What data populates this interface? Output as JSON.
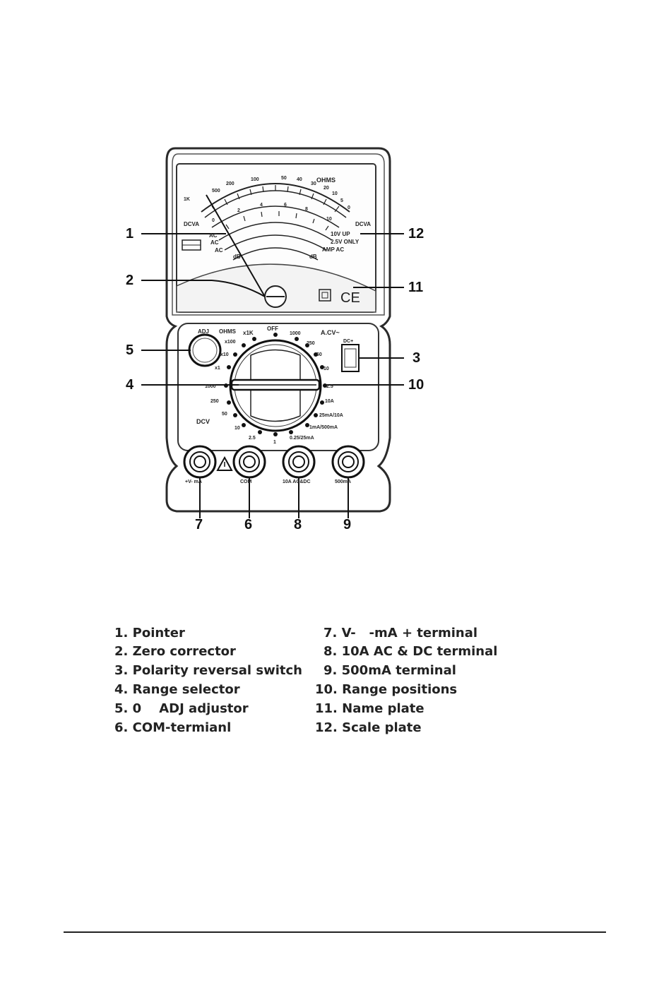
{
  "callouts": [
    "1",
    "2",
    "3",
    "4",
    "5",
    "6",
    "7",
    "8",
    "9",
    "10",
    "11",
    "12"
  ],
  "legend": {
    "left": [
      "1. Pointer",
      "2. Zero corrector",
      "3. Polarity reversal switch",
      "4. Range selector",
      "5. 0    ADJ adjustor",
      "6. COM-termianl"
    ],
    "right": [
      "7. V-   -mA + terminal",
      "8. 10A AC & DC terminal",
      "9. 500mA terminal",
      "10. Range positions",
      "11. Name plate",
      "12. Scale plate"
    ]
  },
  "meter": {
    "scale_ohms": "OHMS",
    "scale_dcva_left": "DCVA",
    "scale_dcva_right": "DCVA",
    "scale_ac_1": "AC",
    "scale_ac_2": "AC",
    "scale_ac_3": "AC",
    "scale_10v_up": "10V UP",
    "scale_2_5v_only": "2.5V ONLY",
    "scale_amp_ac": "AMP AC",
    "scale_db_left": "dB",
    "scale_db_right": "dB",
    "ohm_ticks": [
      "1K",
      "500",
      "200",
      "100",
      "50",
      "40",
      "30",
      "20",
      "10",
      "5",
      "0"
    ],
    "dc_ticks": [
      "0",
      "2",
      "4",
      "6",
      "8",
      "10"
    ],
    "nameplate_ce": "CE",
    "adj_label": "ADJ",
    "ohms_label": "OHMS",
    "x1k_label": "x1K",
    "off_label": "OFF",
    "acv_label": "A.CV~",
    "dcv_label": "DCV",
    "dc_switch_label": "DC+",
    "range_left": [
      "x100",
      "x10",
      "x1",
      "1000",
      "250",
      "50",
      "10",
      "2.5"
    ],
    "range_right": [
      "1000",
      "250",
      "50",
      "10",
      "2.5",
      "10A",
      "25mA/10A",
      "1mA/500mA",
      "0.25/25mA"
    ],
    "range_bottom": [
      "1"
    ],
    "terminal_labels": [
      "+V-  mA",
      "COM",
      "10A AC&DC",
      "500mA"
    ]
  }
}
